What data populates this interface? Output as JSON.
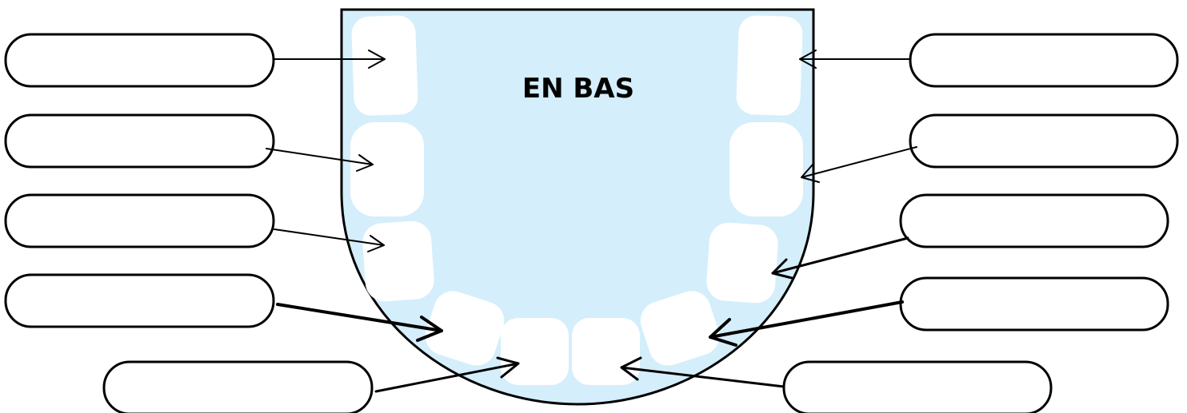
{
  "jaw": {
    "title": "EN BAS",
    "fill_color": "#d4eefb",
    "tooth_color": "#ffffff",
    "stroke_color": "#000000"
  },
  "label_boxes": [
    {
      "side": "left",
      "text": ""
    },
    {
      "side": "left",
      "text": ""
    },
    {
      "side": "left",
      "text": ""
    },
    {
      "side": "left",
      "text": ""
    },
    {
      "side": "left",
      "text": ""
    },
    {
      "side": "right",
      "text": ""
    },
    {
      "side": "right",
      "text": ""
    },
    {
      "side": "right",
      "text": ""
    },
    {
      "side": "right",
      "text": ""
    },
    {
      "side": "right",
      "text": ""
    }
  ]
}
